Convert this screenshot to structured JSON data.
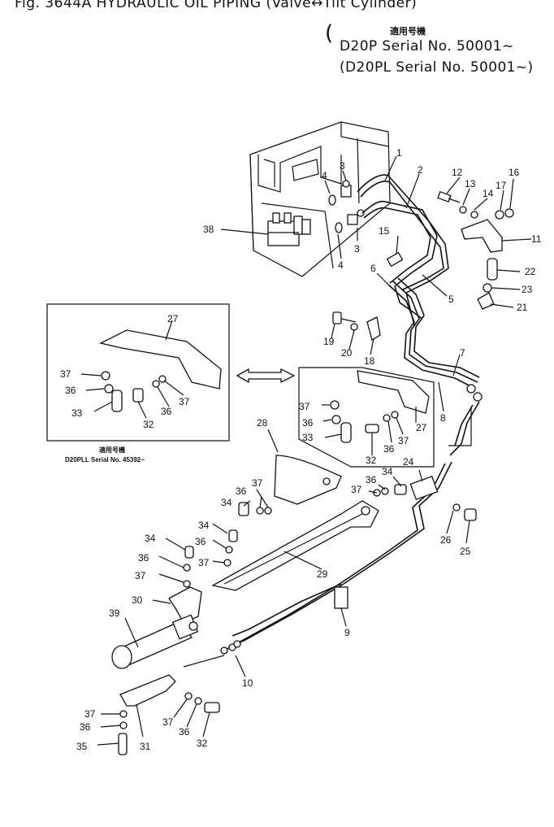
{
  "header": {
    "title": "Fig. 3644A HYDRAULIC OIL PIPING (Valve↔Tilt Cylinder)",
    "applicable_jp": "適用号機",
    "serial_1": "D20P   Serial No. 50001~",
    "serial_2": "(D20PL Serial No. 50001~)"
  },
  "inset": {
    "applicable_jp": "適用号機",
    "serial": "D20PLL  Serial No. 45392~"
  },
  "callouts": {
    "c1": "1",
    "c2": "2",
    "c3a": "3",
    "c3b": "3",
    "c4a": "4",
    "c4b": "4",
    "c5": "5",
    "c6": "6",
    "c7": "7",
    "c8": "8",
    "c9": "9",
    "c10": "10",
    "c11": "11",
    "c12": "12",
    "c13": "13",
    "c14": "14",
    "c15": "15",
    "c16": "16",
    "c17": "17",
    "c18": "18",
    "c19": "19",
    "c20": "20",
    "c21": "21",
    "c22": "22",
    "c23": "23",
    "c24": "24",
    "c25": "25",
    "c26": "26",
    "c27a": "27",
    "c27b": "27",
    "c28": "28",
    "c29": "29",
    "c30": "30",
    "c31": "31",
    "c32a": "32",
    "c32b": "32",
    "c32c": "32",
    "c33a": "33",
    "c33b": "33",
    "c34a": "34",
    "c34b": "34",
    "c34c": "34",
    "c34d": "34",
    "c35": "35",
    "c36a": "36",
    "c36b": "36",
    "c36c": "36",
    "c36d": "36",
    "c36e": "36",
    "c36f": "36",
    "c36g": "36",
    "c36h": "36",
    "c37a": "37",
    "c37b": "37",
    "c37c": "37",
    "c37d": "37",
    "c37e": "37",
    "c37f": "37",
    "c37g": "37",
    "c37h": "37",
    "c37i": "37",
    "c38": "38",
    "c39": "39"
  }
}
